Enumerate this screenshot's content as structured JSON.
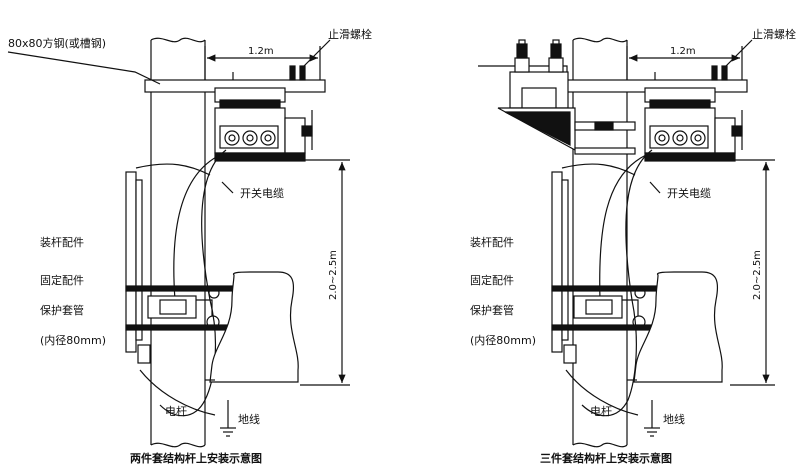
{
  "left": {
    "steel_label": "80x80方钢(或槽钢)",
    "anti_slip_bolt": "止滑螺栓",
    "dim_width": "1.2m",
    "switch_cable": "开关电缆",
    "pole_fitting": "装杆配件",
    "fixing_fitting": "固定配件",
    "protect_sleeve": "保护套管",
    "inner_diameter": "(内径80mm)",
    "dim_height": "2.0~2.5m",
    "pole": "电杆",
    "ground": "地线",
    "caption": "两件套结构杆上安装示意图"
  },
  "right": {
    "anti_slip_bolt": "止滑螺栓",
    "dim_width": "1.2m",
    "switch_cable": "开关电缆",
    "pole_fitting": "装杆配件",
    "fixing_fitting": "固定配件",
    "protect_sleeve": "保护套管",
    "inner_diameter": "(内径80mm)",
    "dim_height": "2.0~2.5m",
    "pole": "电杆",
    "ground": "地线",
    "caption": "三件套结构杆上安装示意图"
  }
}
